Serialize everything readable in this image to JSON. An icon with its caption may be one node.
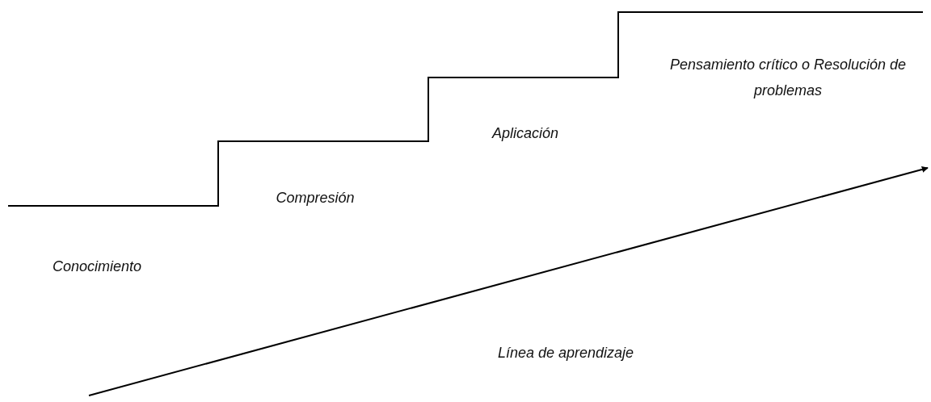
{
  "diagram": {
    "labels": [
      "Pensamiento crítico o Resolución de problemas",
      "Aplicación",
      "Compresión",
      "Conocimiento",
      "Línea de aprendizaje"
    ]
  }
}
